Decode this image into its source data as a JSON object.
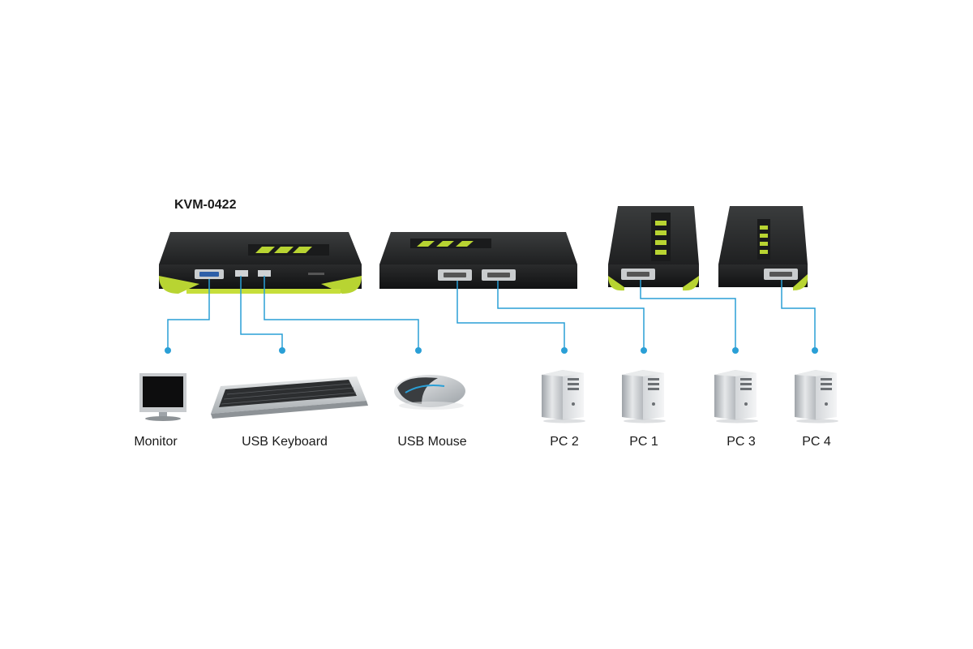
{
  "title": "KVM-0422",
  "devices": [
    {
      "id": "monitor",
      "label": "Monitor"
    },
    {
      "id": "keyboard",
      "label": "USB Keyboard"
    },
    {
      "id": "mouse",
      "label": "USB Mouse"
    },
    {
      "id": "pc2",
      "label": "PC 2"
    },
    {
      "id": "pc1",
      "label": "PC 1"
    },
    {
      "id": "pc3",
      "label": "PC 3"
    },
    {
      "id": "pc4",
      "label": "PC 4"
    }
  ],
  "colors": {
    "connector": "#2a9fd6",
    "accent": "#b8d432",
    "body": "#2b2d2e"
  }
}
